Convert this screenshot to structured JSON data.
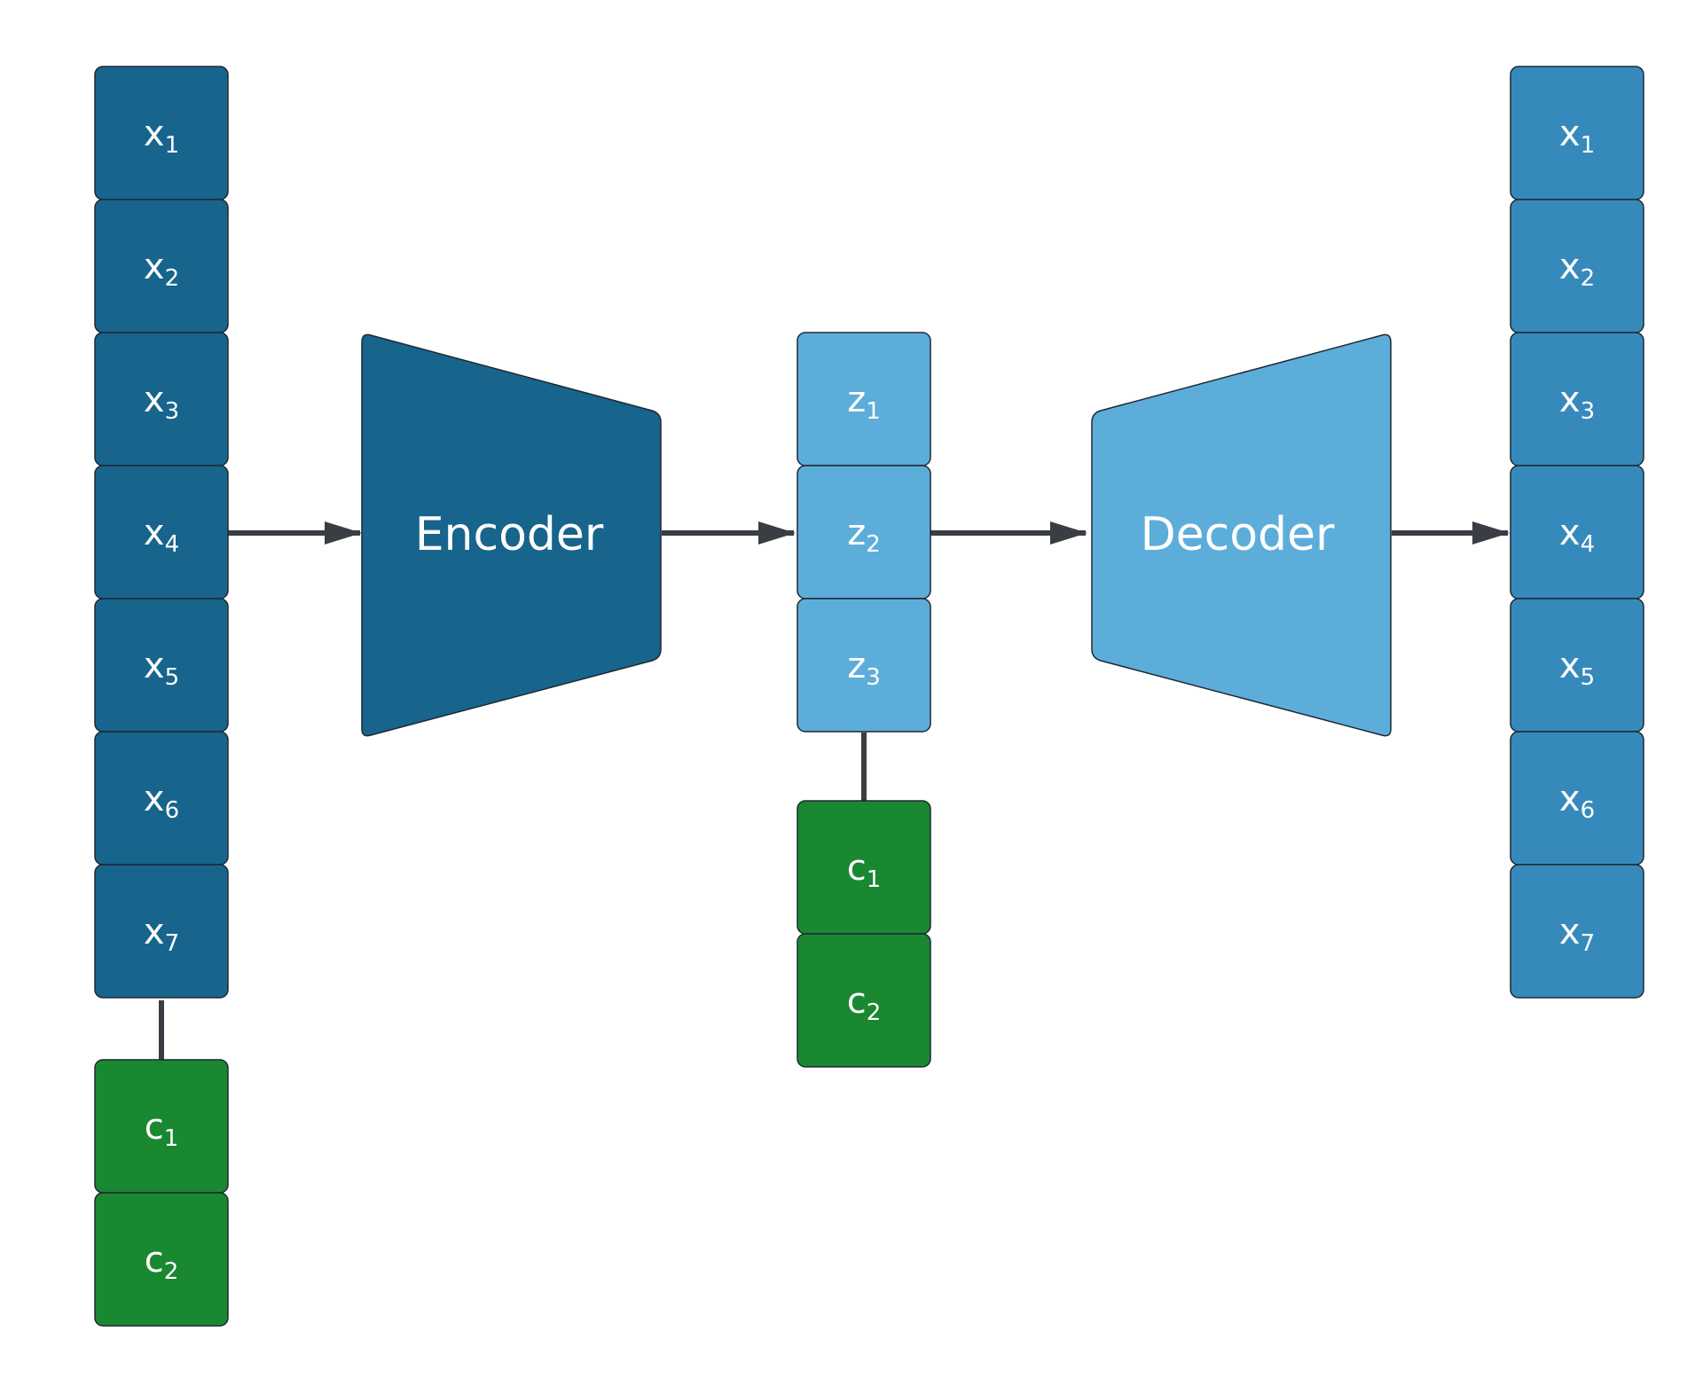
{
  "colors": {
    "input_cell": "#17648D",
    "latent_cell": "#5DADDA",
    "output_cell": "#368ABB",
    "condition_cell": "#1A8731",
    "encoder": "#17648D",
    "decoder": "#5DADDA",
    "arrow": "#3A3D44",
    "cell_border": "#1F2933"
  },
  "input": {
    "cells": [
      {
        "base": "x",
        "sub": "1"
      },
      {
        "base": "x",
        "sub": "2"
      },
      {
        "base": "x",
        "sub": "3"
      },
      {
        "base": "x",
        "sub": "4"
      },
      {
        "base": "x",
        "sub": "5"
      },
      {
        "base": "x",
        "sub": "6"
      },
      {
        "base": "x",
        "sub": "7"
      }
    ],
    "conditions": [
      {
        "base": "c",
        "sub": "1"
      },
      {
        "base": "c",
        "sub": "2"
      }
    ]
  },
  "encoder": {
    "label": "Encoder"
  },
  "latent": {
    "cells": [
      {
        "base": "z",
        "sub": "1"
      },
      {
        "base": "z",
        "sub": "2"
      },
      {
        "base": "z",
        "sub": "3"
      }
    ],
    "conditions": [
      {
        "base": "c",
        "sub": "1"
      },
      {
        "base": "c",
        "sub": "2"
      }
    ]
  },
  "decoder": {
    "label": "Decoder"
  },
  "output": {
    "cells": [
      {
        "base": "x",
        "sub": "1"
      },
      {
        "base": "x",
        "sub": "2"
      },
      {
        "base": "x",
        "sub": "3"
      },
      {
        "base": "x",
        "sub": "4"
      },
      {
        "base": "x",
        "sub": "5"
      },
      {
        "base": "x",
        "sub": "6"
      },
      {
        "base": "x",
        "sub": "7"
      }
    ]
  }
}
